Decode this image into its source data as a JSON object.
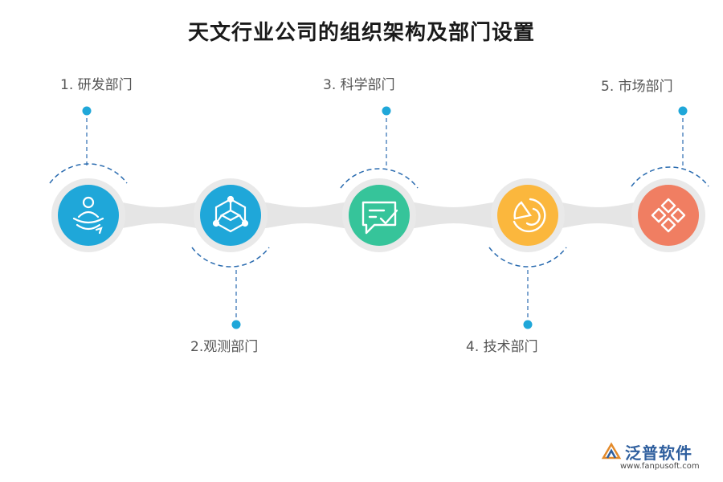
{
  "title": "天文行业公司的组织架构及部门设置",
  "departments": [
    {
      "label": "1.  研发部门",
      "icon": "meditation-person-icon",
      "color": "#1fa7d9"
    },
    {
      "label": "2.观测部门",
      "icon": "cube-network-icon",
      "color": "#1fa7d9"
    },
    {
      "label": "3.  科学部门",
      "icon": "chat-check-icon",
      "color": "#36c49a"
    },
    {
      "label": "4.    技术部门",
      "icon": "pie-chart-icon",
      "color": "#fbb73d"
    },
    {
      "label": "5.  市场部门",
      "icon": "diamond-grid-icon",
      "color": "#f07e62"
    }
  ],
  "colors": {
    "connector": "#e5e5e5",
    "ring": "#e9e9e9",
    "dashed_line": "#2b6cb0",
    "dot": "#1fa7d9"
  },
  "watermark": {
    "brand": "泛普软件",
    "url": "www.fanpusoft.com"
  }
}
